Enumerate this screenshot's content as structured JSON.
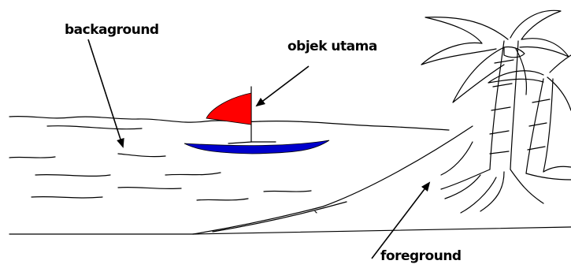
{
  "labels": {
    "background": "backaground",
    "main_object": "objek utama",
    "foreground": "foreground"
  },
  "colors": {
    "sail": "#ff0000",
    "hull": "#0000cc",
    "line": "#000000",
    "page": "#ffffff"
  }
}
